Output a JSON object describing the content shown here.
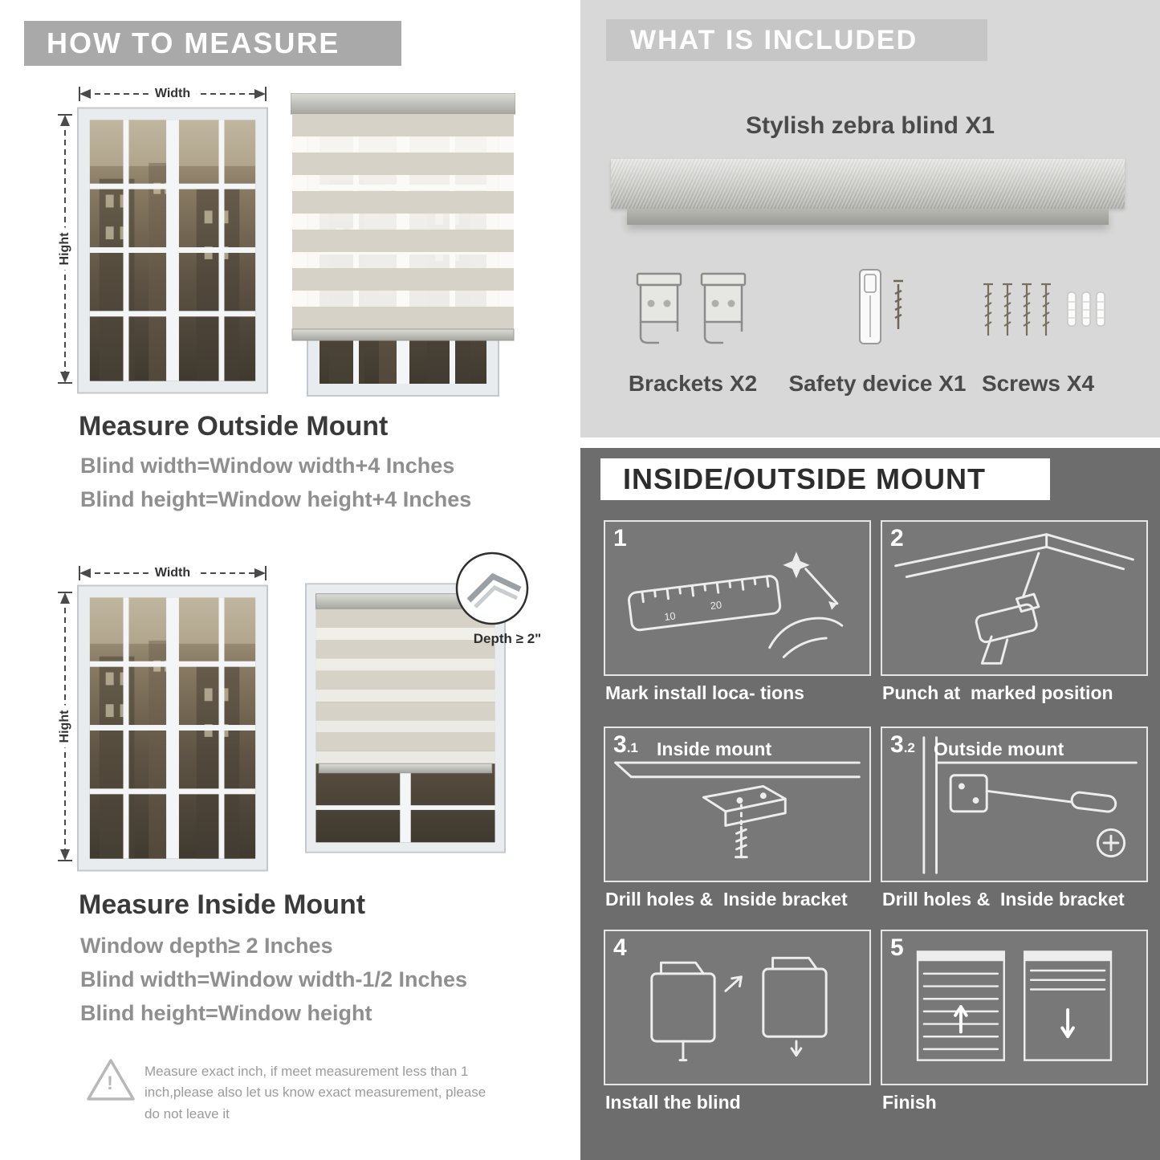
{
  "page": {
    "left_header": "HOW TO MEASURE",
    "labels": {
      "width": "Width",
      "height": "Hight",
      "depth": "Depth ≥ 2\""
    }
  },
  "outside_mount": {
    "title": "Measure Outside Mount",
    "line1": "Blind width=Window width+4 Inches",
    "line2": "Blind height=Window height+4 Inches"
  },
  "inside_mount": {
    "title": "Measure Inside Mount",
    "line1": "Window depth≥ 2 Inches",
    "line2": "Blind width=Window width-1/2 Inches",
    "line3": "Blind height=Window height"
  },
  "warning": {
    "glyph": "!",
    "text": "Measure exact inch, if meet measurement less than 1 inch,please also let us know exact measurement, please do not leave it"
  },
  "included": {
    "header": "WHAT IS INCLUDED",
    "blind_label": "Stylish zebra blind X1",
    "brackets_label": "Brackets X2",
    "safety_label": "Safety device X1",
    "screws_label": "Screws X4"
  },
  "mount": {
    "header": "INSIDE/OUTSIDE MOUNT",
    "ruler_marks": {
      "m1": "10",
      "m2": "20"
    },
    "steps": [
      {
        "num": "1",
        "sub": "",
        "label": "",
        "caption": "Mark install loca- tions"
      },
      {
        "num": "2",
        "sub": "",
        "label": "",
        "caption": "Punch at  marked position"
      },
      {
        "num": "3",
        "sub": ".1",
        "label": "Inside mount",
        "caption": "Drill holes &  Inside bracket"
      },
      {
        "num": "3",
        "sub": ".2",
        "label": "Outside mount",
        "caption": "Drill holes &  Inside bracket"
      },
      {
        "num": "4",
        "sub": "",
        "label": "",
        "caption": "Install the blind"
      },
      {
        "num": "5",
        "sub": "",
        "label": "",
        "caption": "Finish"
      }
    ]
  },
  "colors": {
    "header_gray": "#a9a9a9",
    "panel_light": "#d8d8d8",
    "panel_dark": "#6d6d6d",
    "text_dark": "#3a3a3a",
    "text_gray": "#8f8f8f"
  }
}
